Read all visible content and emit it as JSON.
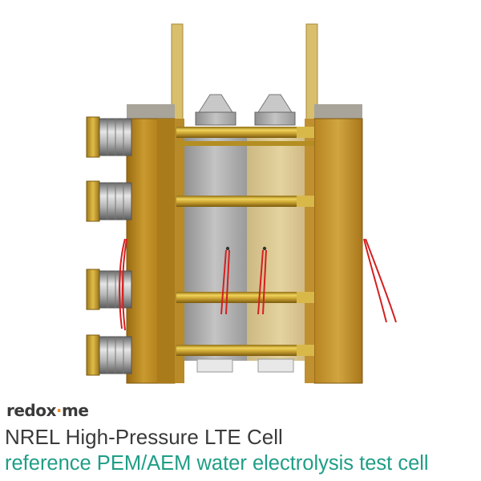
{
  "brand": {
    "logo_text_left": "redox",
    "logo_text_mid": "·",
    "logo_text_right": "me",
    "accent_color": "#f28c28"
  },
  "product": {
    "title": "NREL High-Pressure LTE Cell",
    "subtitle": "reference PEM/AEM water electrolysis test cell",
    "subtitle_color": "#1e9e86"
  },
  "image": {
    "subject": "electrolysis-test-cell-render"
  }
}
